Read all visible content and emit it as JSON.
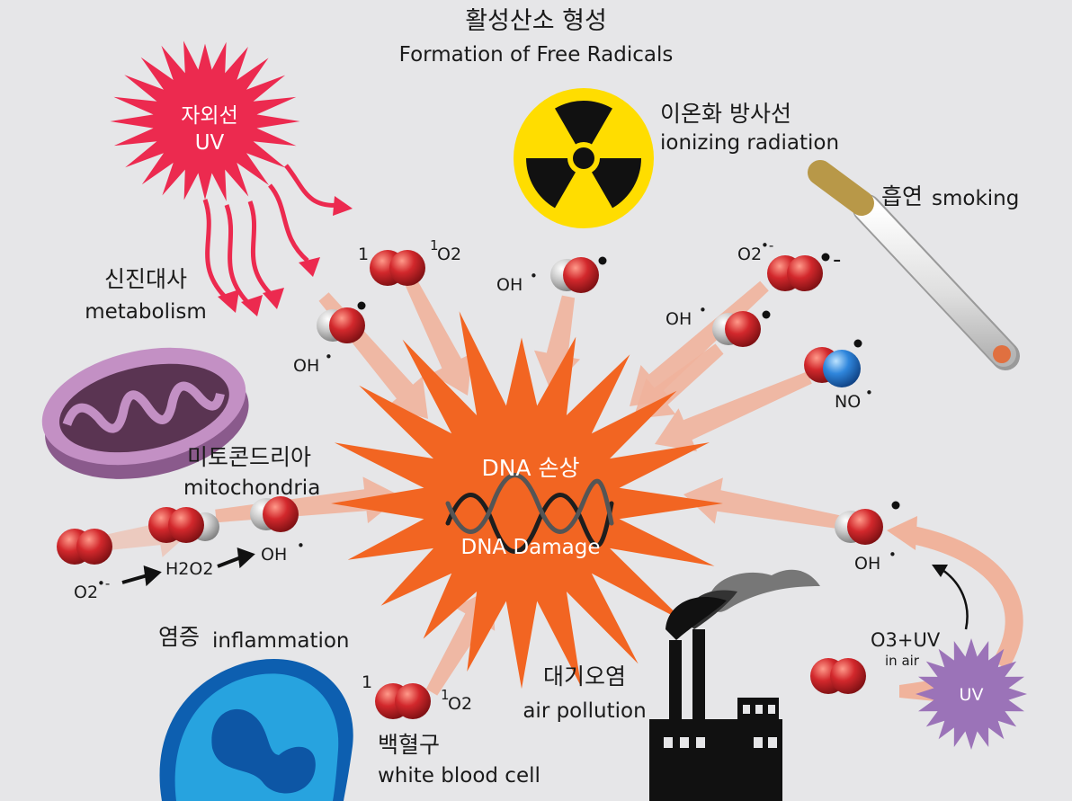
{
  "title": {
    "ko": "활성산소 형성",
    "en": "Formation of Free Radicals"
  },
  "center": {
    "ko": "DNA 손상",
    "en": "DNA Damage"
  },
  "sources": {
    "uv": {
      "ko": "자외선",
      "en": "UV"
    },
    "radiation": {
      "ko": "이온화 방사선",
      "en": "ionizing radiation"
    },
    "smoking": {
      "ko": "흡연",
      "en": "smoking"
    },
    "metabolism": {
      "ko": "신진대사",
      "en": "metabolism"
    },
    "mitochondria": {
      "ko": "미토콘드리아",
      "en": "mitochondria"
    },
    "inflammation": {
      "ko": "염증",
      "en": "inflammation"
    },
    "white_blood_cell": {
      "ko": "백혈구",
      "en": "white blood cell"
    },
    "air_pollution": {
      "ko": "대기오염",
      "en": "air pollution"
    },
    "air_uv": {
      "ozone": "O3+UV",
      "sub": "in air",
      "uv": "UV"
    }
  },
  "species": {
    "hydroxyl": "OH",
    "singlet_prefix": "1",
    "singlet_oxygen": "O2",
    "superoxide": "O2",
    "superoxide_charge": "•-",
    "hydrogen_peroxide": "H2O2",
    "nitric_oxide": "NO",
    "radical_dot": "•",
    "charge": "-"
  },
  "colors": {
    "background": "#e6e6e8",
    "burst": "#f26522",
    "uv_burst": "#ec2a4f",
    "arrow": "#f0b39c",
    "oxygen_atom": "#c8252b",
    "hydrogen_atom": "#b8b8b8",
    "nitrogen_atom": "#2b7fd6",
    "radiation_yellow": "#ffdd00",
    "mitochondria": "#b57fb8",
    "cell_blue": "#27a3df",
    "uv_small_burst": "#9b73b8"
  }
}
